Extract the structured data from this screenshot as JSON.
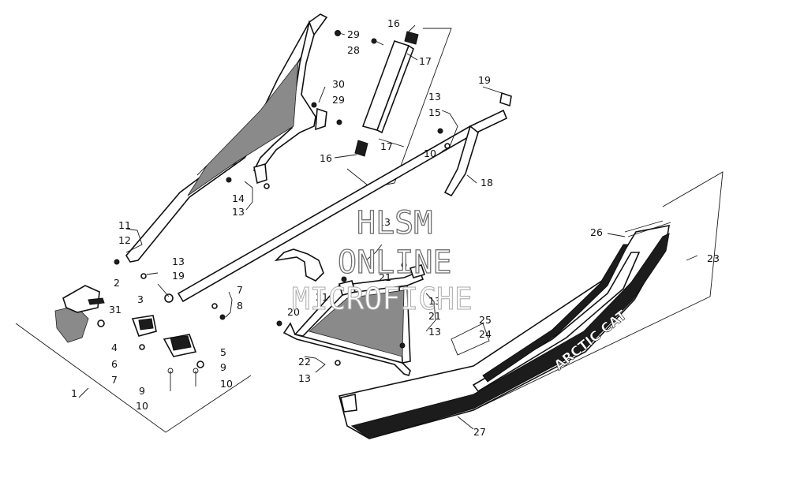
{
  "watermark": {
    "line1": "HLSM",
    "line2": "ONLINE",
    "line3": "MICROFICHE"
  },
  "decal": {
    "brand": "ARCTIC CAT"
  },
  "callouts": [
    {
      "id": "c29a",
      "label": "29"
    },
    {
      "id": "c28",
      "label": "28"
    },
    {
      "id": "c16a",
      "label": "16"
    },
    {
      "id": "c17a",
      "label": "17"
    },
    {
      "id": "c19a",
      "label": "19"
    },
    {
      "id": "c30",
      "label": "30"
    },
    {
      "id": "c29b",
      "label": "29"
    },
    {
      "id": "c13a",
      "label": "13"
    },
    {
      "id": "c15",
      "label": "15"
    },
    {
      "id": "c10a",
      "label": "10"
    },
    {
      "id": "c17b",
      "label": "17"
    },
    {
      "id": "c16b",
      "label": "16"
    },
    {
      "id": "c18",
      "label": "18"
    },
    {
      "id": "c14",
      "label": "14"
    },
    {
      "id": "c13b",
      "label": "13"
    },
    {
      "id": "c11",
      "label": "11"
    },
    {
      "id": "c12",
      "label": "12"
    },
    {
      "id": "c13c",
      "label": "13"
    },
    {
      "id": "c13d",
      "label": "13"
    },
    {
      "id": "c19b",
      "label": "19"
    },
    {
      "id": "c2",
      "label": "2"
    },
    {
      "id": "c3",
      "label": "3"
    },
    {
      "id": "c31",
      "label": "31"
    },
    {
      "id": "c4",
      "label": "4"
    },
    {
      "id": "c6",
      "label": "6"
    },
    {
      "id": "c7a",
      "label": "7"
    },
    {
      "id": "c8",
      "label": "8"
    },
    {
      "id": "c5",
      "label": "5"
    },
    {
      "id": "c9a",
      "label": "9"
    },
    {
      "id": "c9b",
      "label": "9"
    },
    {
      "id": "c10b",
      "label": "10"
    },
    {
      "id": "c10c",
      "label": "10"
    },
    {
      "id": "c7b",
      "label": "7"
    },
    {
      "id": "c1",
      "label": "1"
    },
    {
      "id": "c21a",
      "label": "21"
    },
    {
      "id": "c21b",
      "label": "21"
    },
    {
      "id": "c20",
      "label": "20"
    },
    {
      "id": "c13e",
      "label": "13"
    },
    {
      "id": "c21c",
      "label": "21"
    },
    {
      "id": "c13f",
      "label": "13"
    },
    {
      "id": "c22",
      "label": "22"
    },
    {
      "id": "c13g",
      "label": "13"
    },
    {
      "id": "c26",
      "label": "26"
    },
    {
      "id": "c23",
      "label": "23"
    },
    {
      "id": "c25",
      "label": "25"
    },
    {
      "id": "c24",
      "label": "24"
    },
    {
      "id": "c27",
      "label": "27"
    }
  ]
}
